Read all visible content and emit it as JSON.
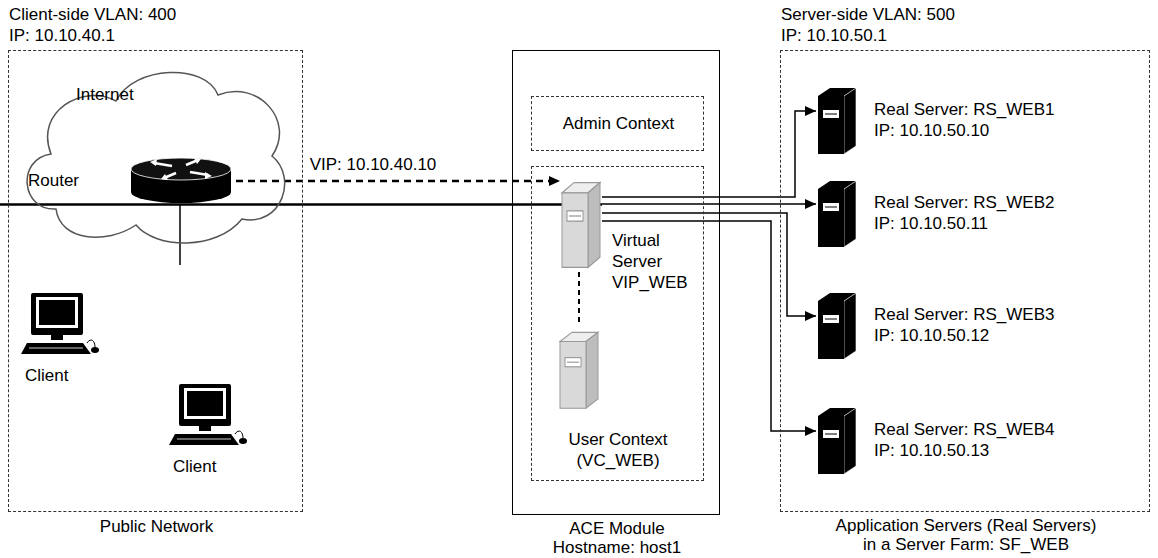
{
  "diagram": {
    "nodes": [
      {
        "text": [
          "Client-side VLAN: 400 IP: 10.10.40.1",
          "Public Network"
        ]
      },
      {
        "text": [
          "Internet"
        ],
        "in": 0
      },
      {
        "text": [
          "Router"
        ],
        "in": 1
      },
      {
        "text": [
          "Client"
        ],
        "in": 0
      },
      {
        "text": [
          "Client"
        ],
        "in": 0
      },
      {
        "text": [
          "ACE Module Hostname: host1"
        ]
      },
      {
        "text": [
          "Admin Context"
        ],
        "in": 5
      },
      {
        "text": [
          "User Context (VC_WEB)"
        ],
        "in": 5
      },
      {
        "text": [
          "Virtual Server VIP_WEB"
        ],
        "in": 7
      },
      {
        "text": [
          "Server-side VLAN: 500 IP: 10.10.50.1",
          "Application Servers (Real Servers) in a Server Farm: SF_WEB"
        ]
      },
      {
        "text": [
          "Real Server: RS_WEB1 IP: 10.10.50.10"
        ],
        "in": 9
      },
      {
        "text": [
          "Real Server: RS_WEB2 IP: 10.10.50.11"
        ],
        "in": 9
      },
      {
        "text": [
          "Real Server: RS_WEB3 IP: 10.10.50.12"
        ],
        "in": 9
      },
      {
        "text": [
          "Real Server: RS_WEB4 IP: 10.10.50.13"
        ],
        "in": 9
      }
    ],
    "edges": [
      {
        "from": 2,
        "to": 8,
        "arrow": "to",
        "label": "VIP: 10.10.40.10"
      },
      {
        "from": 8,
        "to": 10,
        "arrow": "to"
      },
      {
        "from": 8,
        "to": 11,
        "arrow": "to"
      },
      {
        "from": 8,
        "to": 12,
        "arrow": "to"
      },
      {
        "from": 8,
        "to": 13,
        "arrow": "to"
      }
    ]
  }
}
